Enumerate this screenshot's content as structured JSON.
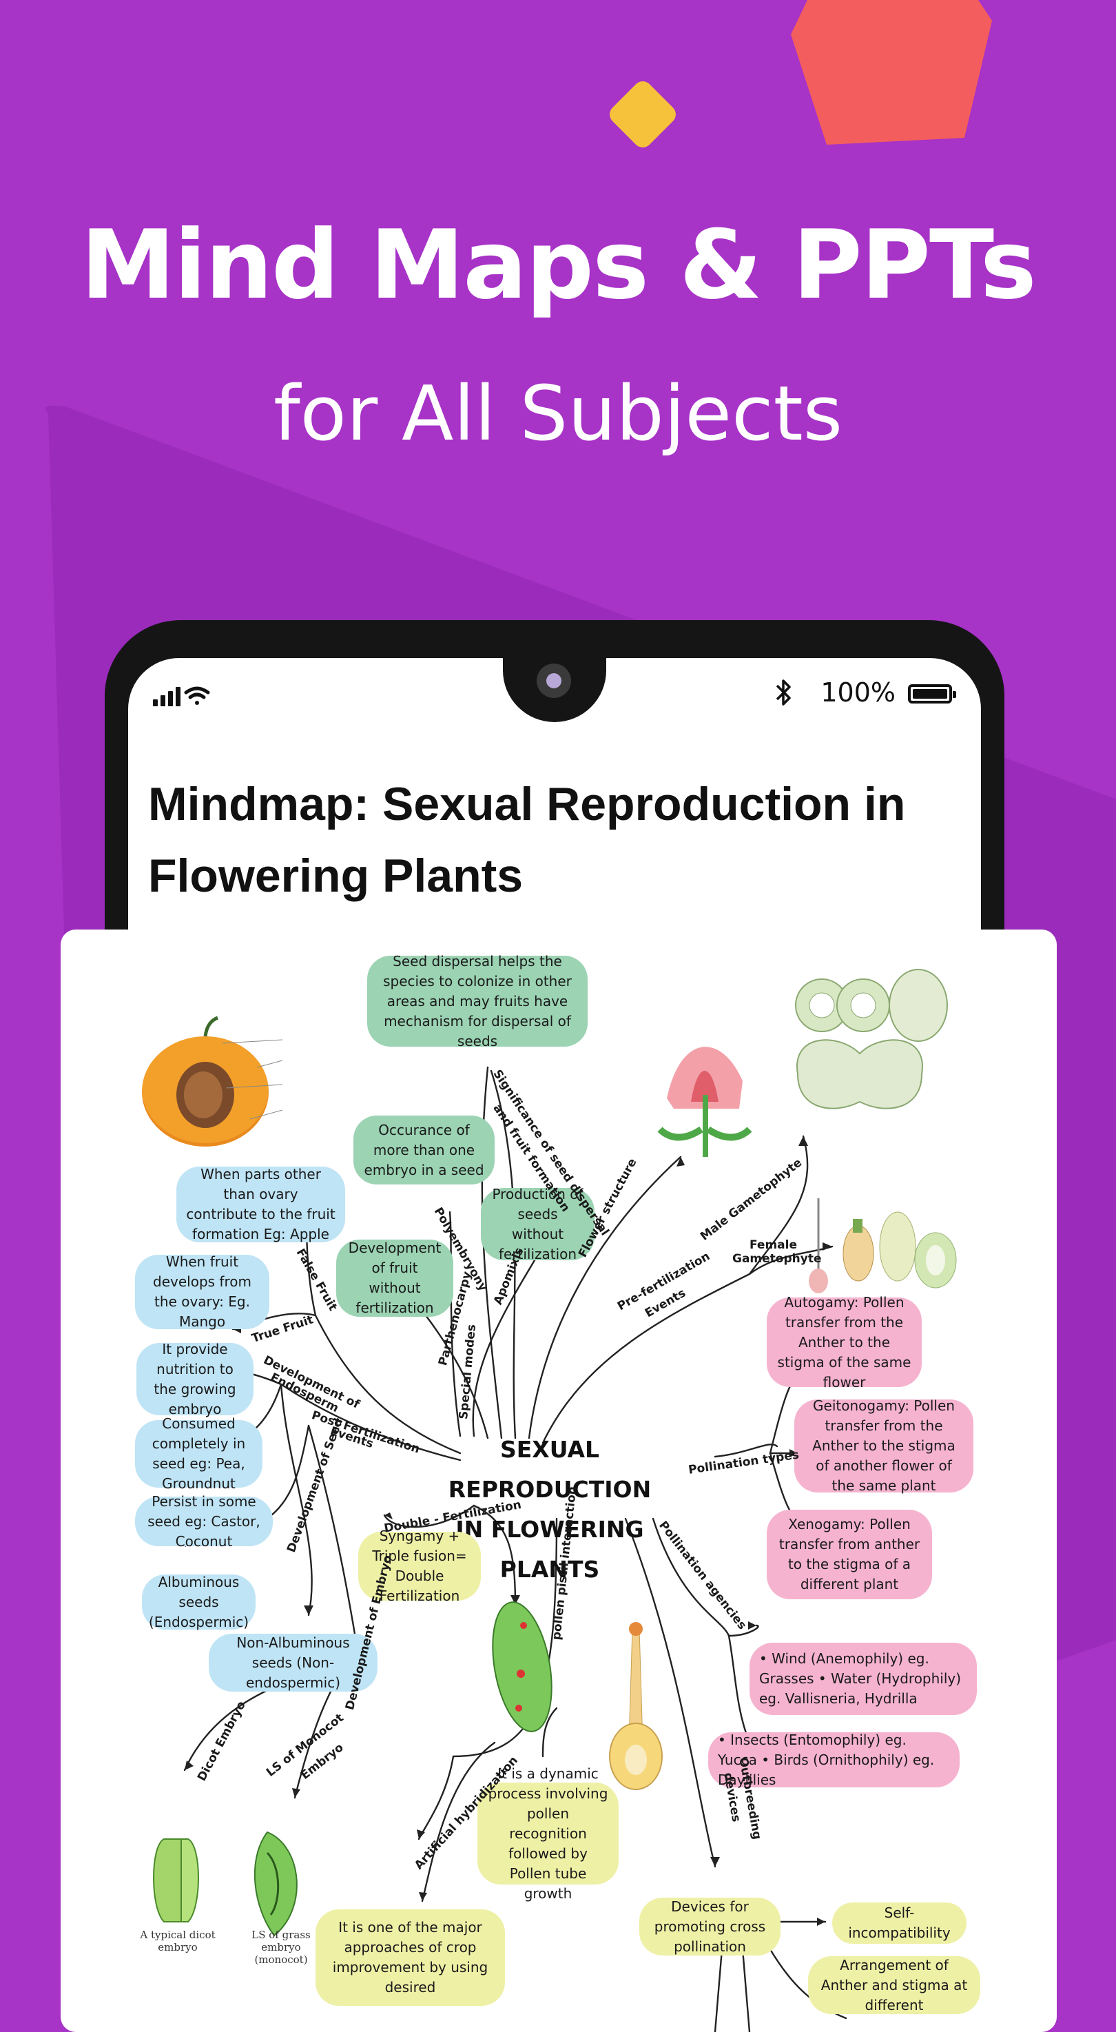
{
  "hero": {
    "title": "Mind Maps & PPTs",
    "subtitle": "for All Subjects"
  },
  "colors": {
    "background": "#a733c7",
    "background_shape": "#9a2bbb",
    "diamond": "#f6c13b",
    "pentagon": "#f45d5d",
    "phone_frame": "#151515"
  },
  "status_bar": {
    "signal_icon": "signal-bars-icon",
    "wifi_icon": "wifi-icon",
    "bluetooth_icon": "bluetooth-icon",
    "battery_text": "100%",
    "battery_icon": "battery-icon"
  },
  "page": {
    "title": "Mindmap: Sexual Reproduction in Flowering Plants"
  },
  "mindmap": {
    "center": [
      "SEXUAL REPRODUCTION",
      "IN FLOWERING PLANTS"
    ],
    "bubbles": {
      "seed_dispersal": "Seed dispersal helps the species to colonize in other areas and may fruits have mechanism for dispersal of seeds",
      "polyembryony": "Occurance of more than one embryo in a seed",
      "apomixis": "Production of seeds without fertilization",
      "parthenocarpy": "Development of fruit without fertilization",
      "false_fruit": "When parts other than ovary contribute to the fruit formation Eg: Apple",
      "true_fruit": "When fruit develops from the ovary: Eg. Mango",
      "endosperm": "It provide nutrition to the growing embryo",
      "consumed": "Consumed completely in seed eg: Pea, Groundnut",
      "persist": "Persist in some seed eg: Castor, Coconut",
      "albuminous": "Albuminous seeds (Endospermic)",
      "non_albuminous": "Non-Albuminous seeds (Non-endospermic)",
      "syngamy": "Syngamy + Triple fusion= Double Fertilization",
      "autogamy": "Autogamy: Pollen transfer from the Anther to the stigma of the same flower",
      "geitonogamy": "Geitonogamy: Pollen transfer from the Anther to the stigma of another flower of the same plant",
      "xenogamy": "Xenogamy: Pollen transfer from anther to the stigma of a different plant",
      "wind_water": "• Wind (Anemophily) eg. Grasses • Water (Hydrophily) eg. Vallisneria, Hydrilla",
      "insects": "• Insects (Entomophily) eg. Yucca • Birds (Ornithophily) eg. Daylilies",
      "pollen_pistil": "It is a dynamic process involving pollen recognition followed by Pollen tube growth",
      "hybridization": "It is one of the major approaches of crop improvement by using desired",
      "devices": "Devices for promoting cross pollination",
      "self_incompat": "Self-incompatibility",
      "arrangement": "Arrangement of Anther and stigma at different"
    },
    "branch_labels": {
      "significance": "Significance of seed dispersal",
      "fruit_formation": "and fruit formation",
      "polyembryony": "Polyembryony",
      "apomixis": "Apomixis",
      "parthenocarpy": "Parthenocarpy",
      "special_modes": "Special modes",
      "flower_structure": "Flower structure",
      "pre_fert": "Pre-fertilization",
      "events": "Events",
      "male_gam": "Male Gametophyte",
      "female_gam": "Female",
      "gametophyte": "Gametophyte",
      "false_fruit": "False Fruit",
      "true_fruit": "True Fruit",
      "dev_endosperm": "Development of",
      "endosperm": "Endosperm",
      "post_fert": "Post Fertilization",
      "post_events": "Events",
      "dev_seed": "Development of Seed",
      "dev_embryo": "Development of Embryo",
      "double_fert": "Double - Fertilization",
      "pollination_types": "Pollination types",
      "pollen_pistil": "pollen pistil interaction",
      "pollination_agencies": "Pollination agencies",
      "outbreeding": "Outbreeding",
      "devices": "devices",
      "artificial": "Artificial hybridization",
      "dicot_embryo": "Dicot Embryo",
      "ls_monocot": "LS of Monocot",
      "embryo": "Embryo"
    },
    "captions": {
      "dicot": "A typical dicot embryo",
      "monocot": "LS of grass embryo (monocot)"
    }
  }
}
